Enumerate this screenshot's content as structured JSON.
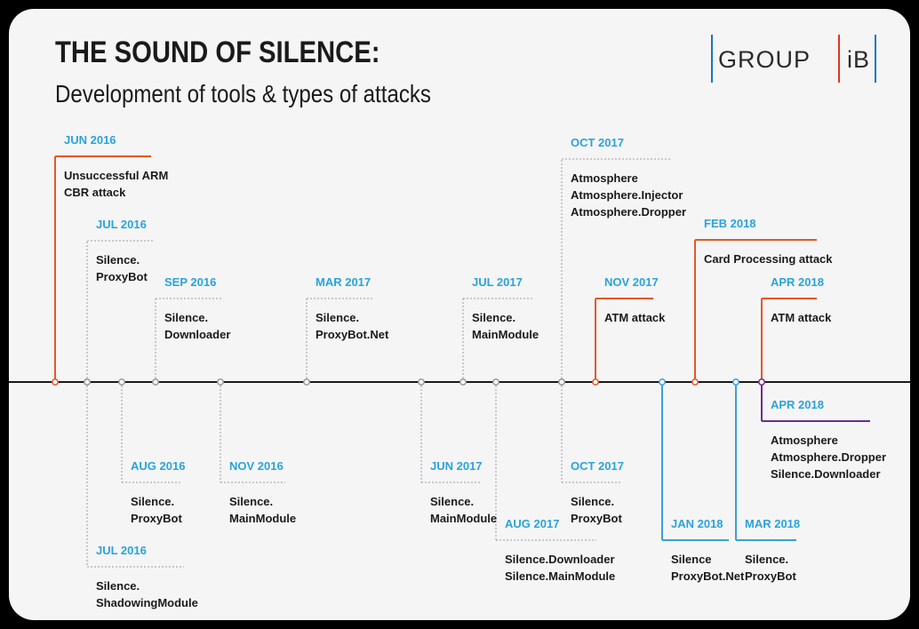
{
  "header": {
    "title": "THE SOUND OF SILENCE:",
    "subtitle": "Development of tools & types of attacks"
  },
  "logo": {
    "left_word": "GROUP",
    "right_word": "iB",
    "bar_color": "#1a74c4",
    "accent_color": "#e63323"
  },
  "colors": {
    "attack": "#e2582b",
    "tool": "#9a9a9a",
    "tool_2018": "#3aa0d8",
    "purple": "#6b2f8e",
    "date": "#29a3dc",
    "axis": "#1a1a1a"
  },
  "events": [
    {
      "date": "JUN 2016",
      "lines": [
        "Unsuccessful ARM",
        "CBR attack"
      ],
      "kind": "attack"
    },
    {
      "date": "JUL 2016",
      "lines": [
        "Silence.",
        "ProxyBot"
      ],
      "kind": "tool"
    },
    {
      "date": "SEP 2016",
      "lines": [
        "Silence.",
        "Downloader"
      ],
      "kind": "tool"
    },
    {
      "date": "MAR 2017",
      "lines": [
        "Silence.",
        "ProxyBot.Net"
      ],
      "kind": "tool"
    },
    {
      "date": "JUL 2017",
      "lines": [
        "Silence.",
        "MainModule"
      ],
      "kind": "tool"
    },
    {
      "date": "OCT 2017",
      "lines": [
        "Atmosphere",
        "Atmosphere.Injector",
        "Atmosphere.Dropper"
      ],
      "kind": "tool"
    },
    {
      "date": "NOV 2017",
      "lines": [
        "ATM attack"
      ],
      "kind": "attack"
    },
    {
      "date": "FEB 2018",
      "lines": [
        "Card Processing attack"
      ],
      "kind": "attack"
    },
    {
      "date": "APR 2018",
      "lines": [
        "ATM attack"
      ],
      "kind": "attack"
    },
    {
      "date": "AUG 2016",
      "lines": [
        "Silence.",
        "ProxyBot"
      ],
      "kind": "tool"
    },
    {
      "date": "JUL 2016",
      "lines": [
        "Silence.",
        "ShadowingModule"
      ],
      "kind": "tool"
    },
    {
      "date": "NOV 2016",
      "lines": [
        "Silence.",
        "MainModule"
      ],
      "kind": "tool"
    },
    {
      "date": "JUN 2017",
      "lines": [
        "Silence.",
        "MainModule"
      ],
      "kind": "tool"
    },
    {
      "date": "AUG 2017",
      "lines": [
        "Silence.Downloader",
        "Silence.MainModule"
      ],
      "kind": "tool"
    },
    {
      "date": "OCT 2017",
      "lines": [
        "Silence.",
        "ProxyBot"
      ],
      "kind": "tool"
    },
    {
      "date": "JAN 2018",
      "lines": [
        "Silence",
        "ProxyBot.Net"
      ],
      "kind": "tool_2018"
    },
    {
      "date": "MAR 2018",
      "lines": [
        "Silence.",
        "ProxyBot"
      ],
      "kind": "tool_2018"
    },
    {
      "date": "APR 2018",
      "lines": [
        "Atmosphere",
        "Atmosphere.Dropper",
        "Silence.Downloader"
      ],
      "kind": "purple"
    }
  ]
}
